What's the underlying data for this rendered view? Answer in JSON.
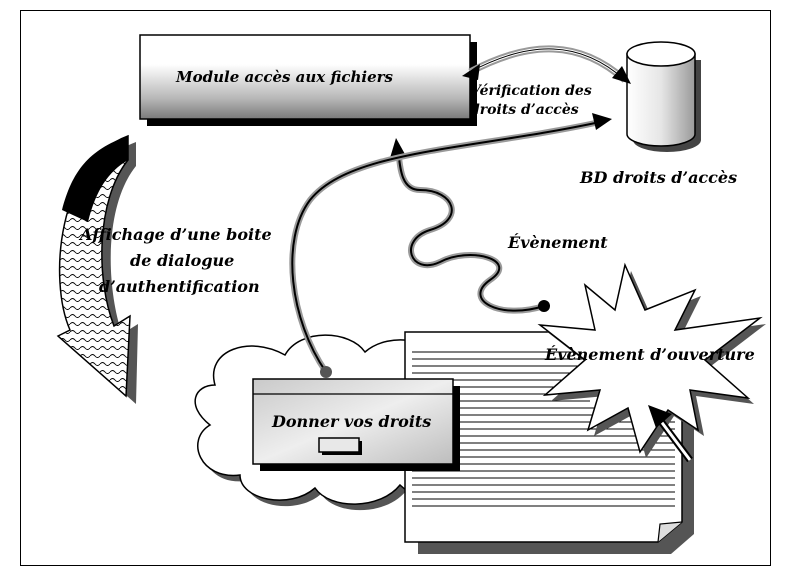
{
  "labels": {
    "module": "Module accès aux fichiers",
    "verification_line1": "Vérification des",
    "verification_line2": "droits d’accès",
    "bd": "BD droits d’accès",
    "evenement": "Évènement",
    "evenement_ouverture": "Évènement d’ouverture",
    "affichage_line1": "Affichage d’une boite",
    "affichage_line2": "de dialogue",
    "affichage_line3": "d’authentification",
    "donner": "Donner vos droits"
  }
}
